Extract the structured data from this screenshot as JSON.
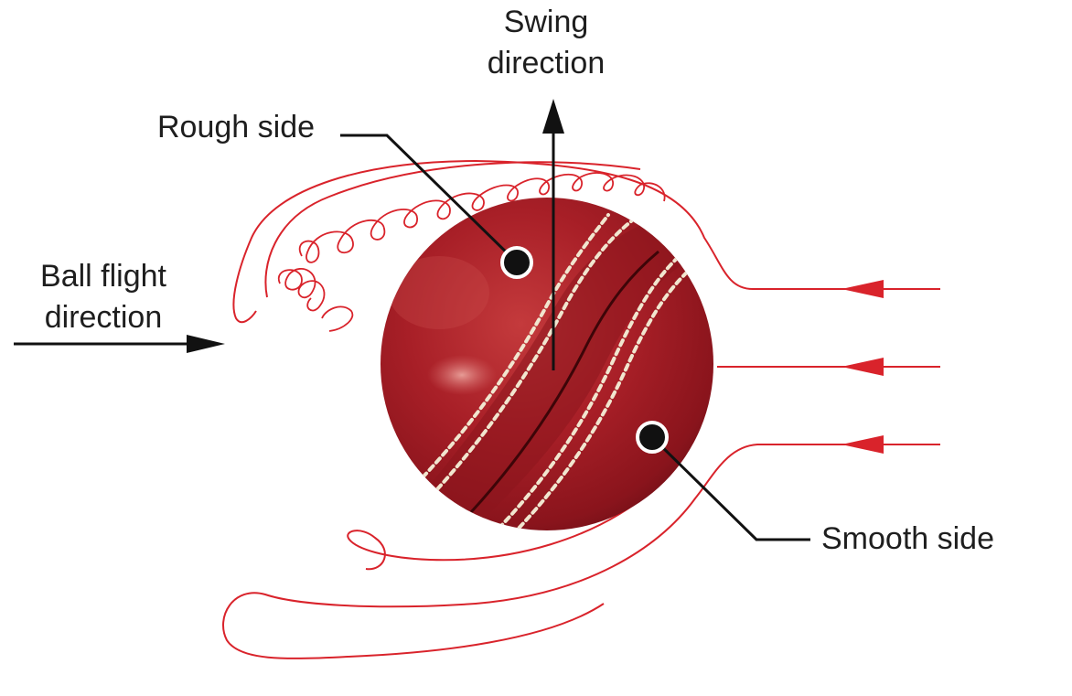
{
  "labels": {
    "swing_direction": [
      "Swing",
      "direction"
    ],
    "rough_side": "Rough side",
    "ball_flight_direction": [
      "Ball flight",
      "direction"
    ],
    "smooth_side": "Smooth side"
  },
  "colors": {
    "airflow": "#d9232b",
    "arrow": "#111111",
    "ball_base": "#9e1a23",
    "ball_dark": "#5f0d14",
    "ball_highlight": "#d86a6a",
    "seam": "#f1e6cf",
    "text": "#1e1e1e"
  }
}
